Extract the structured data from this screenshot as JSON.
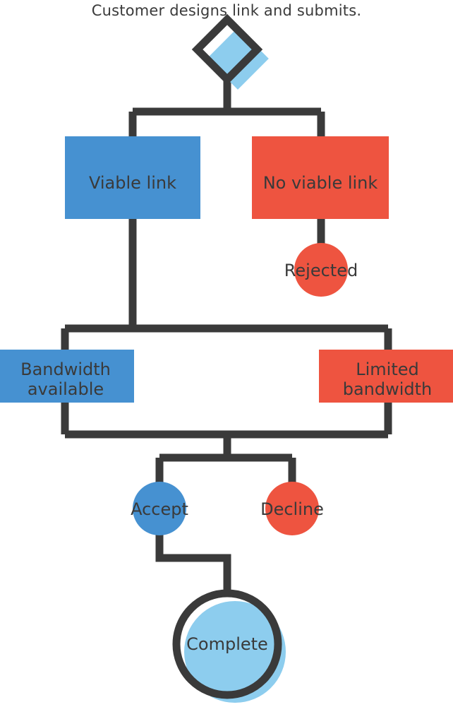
{
  "title": "Customer designs link and submits.",
  "colors": {
    "blue": "#4691d1",
    "red": "#ee5440",
    "light_blue": "#8dcdee",
    "dark": "#3a3a3a",
    "background": "#ffffff"
  },
  "nodes": {
    "start": {
      "label": "",
      "shape": "diamond",
      "fill": "light_blue"
    },
    "viable_link": {
      "label": "Viable link",
      "shape": "rect",
      "fill": "blue"
    },
    "no_viable_link": {
      "label": "No viable link",
      "shape": "rect",
      "fill": "red"
    },
    "rejected": {
      "label": "Rejected",
      "shape": "circle",
      "fill": "red"
    },
    "bandwidth_available": {
      "label_line1": "Bandwidth",
      "label_line2": "available",
      "shape": "rect",
      "fill": "blue"
    },
    "limited_bandwidth": {
      "label_line1": "Limited",
      "label_line2": "bandwidth",
      "shape": "rect",
      "fill": "red"
    },
    "accept": {
      "label": "Accept",
      "shape": "circle",
      "fill": "blue"
    },
    "decline": {
      "label": "Decline",
      "shape": "circle",
      "fill": "red"
    },
    "complete": {
      "label": "Complete",
      "shape": "ring-circle",
      "fill": "light_blue"
    }
  },
  "edges": [
    {
      "from": "start",
      "to": "viable_link"
    },
    {
      "from": "start",
      "to": "no_viable_link"
    },
    {
      "from": "no_viable_link",
      "to": "rejected"
    },
    {
      "from": "viable_link",
      "to": "bandwidth_available"
    },
    {
      "from": "viable_link",
      "to": "limited_bandwidth"
    },
    {
      "from": "bandwidth_available",
      "to": "accept"
    },
    {
      "from": "limited_bandwidth",
      "to": "decline"
    },
    {
      "from": "accept",
      "to": "complete"
    }
  ]
}
